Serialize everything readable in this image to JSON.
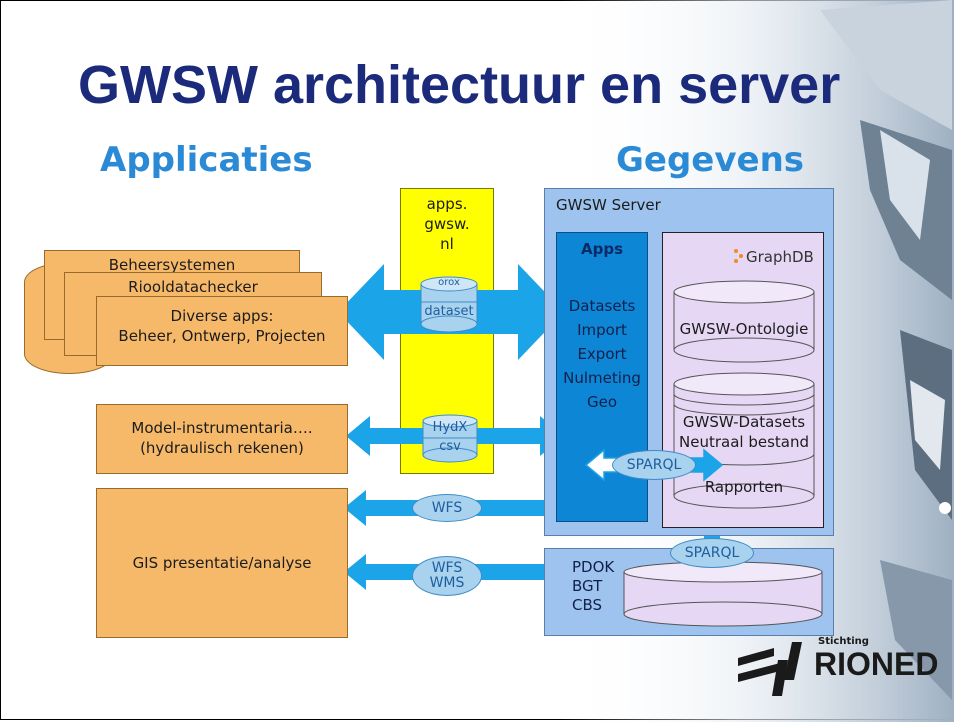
{
  "title": "GWSW architectuur en server",
  "headings": {
    "left": "Applicaties",
    "right": "Gegevens"
  },
  "middle_column": {
    "label_lines": [
      "apps.",
      "gwsw.",
      "nl"
    ],
    "orox_top": "orox",
    "orox_bottom": "dataset",
    "hydx_top": "HydX",
    "hydx_bottom": "csv"
  },
  "applications": {
    "stack": [
      "Beheersystemen",
      "Riooldatachecker",
      "Diverse apps:",
      "Beheer, Ontwerp, Projecten"
    ],
    "model_lines": [
      "Model-instrumentaria….",
      "(hydraulisch rekenen)"
    ],
    "gis": "GIS presentatie/analyse"
  },
  "server": {
    "title": "GWSW Server",
    "apps_title": "Apps",
    "apps_items": [
      "Datasets",
      "Import",
      "Export",
      "Nulmeting",
      "Geo"
    ],
    "graphdb_label": "GraphDB",
    "db_ontology": "GWSW-Ontologie",
    "db_datasets": [
      "GWSW-Datasets",
      "Neutraal bestand"
    ],
    "db_reports": "Rapporten"
  },
  "protocols": {
    "sparql": "SPARQL",
    "wfs": "WFS",
    "wfs_wms": [
      "WFS",
      "WMS"
    ]
  },
  "external": [
    "PDOK",
    "BGT",
    "CBS"
  ],
  "logo": {
    "small": "Stichting",
    "name": "RIONED"
  },
  "colors": {
    "title": "#1b2a7a",
    "heading": "#2a8ad6",
    "app_boxes": "#f6b96a",
    "middle_column": "#ffff00",
    "server": "#9dc3ee",
    "apps_panel": "#0d86d6",
    "db_panel": "#e6d8f4",
    "arrows": "#1ba4e8"
  }
}
